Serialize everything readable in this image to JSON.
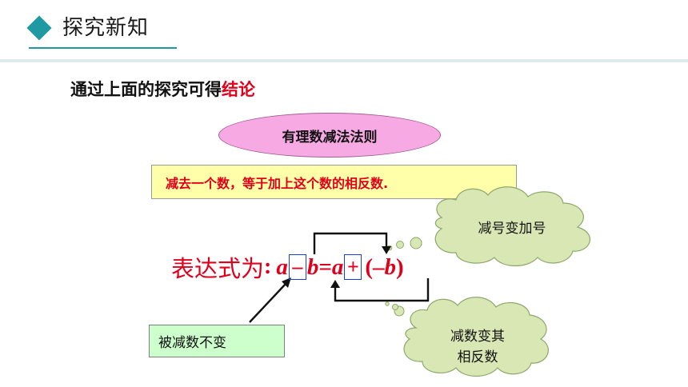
{
  "header": {
    "title": "探究新知"
  },
  "intro": {
    "text": "通过上面的探究可得",
    "highlight": "结论"
  },
  "rule": {
    "title": "有理数减法法则",
    "statement": "减去一个数，等于加上这个数的相反数."
  },
  "formula": {
    "label": "表达式为",
    "colon": ":",
    "a1": "a",
    "minus": "–",
    "b1": "b",
    "equals": "=",
    "a2": "a",
    "plus": "+",
    "lparen": "(",
    "neg": "–",
    "b2": "b",
    "rparen": ")"
  },
  "notes": {
    "minuend": "被减数不变",
    "sign_change": "减号变加号",
    "opposite_line1": "减数变其",
    "opposite_line2": "相反数"
  },
  "colors": {
    "accent": "#1f9aa3",
    "red": "#e0001b",
    "pink": "#f7a9e4",
    "yellow": "#ffffaa",
    "green": "#ccffcc",
    "cloud": "#d9e7b4",
    "blue_box": "#1a3ed8"
  }
}
